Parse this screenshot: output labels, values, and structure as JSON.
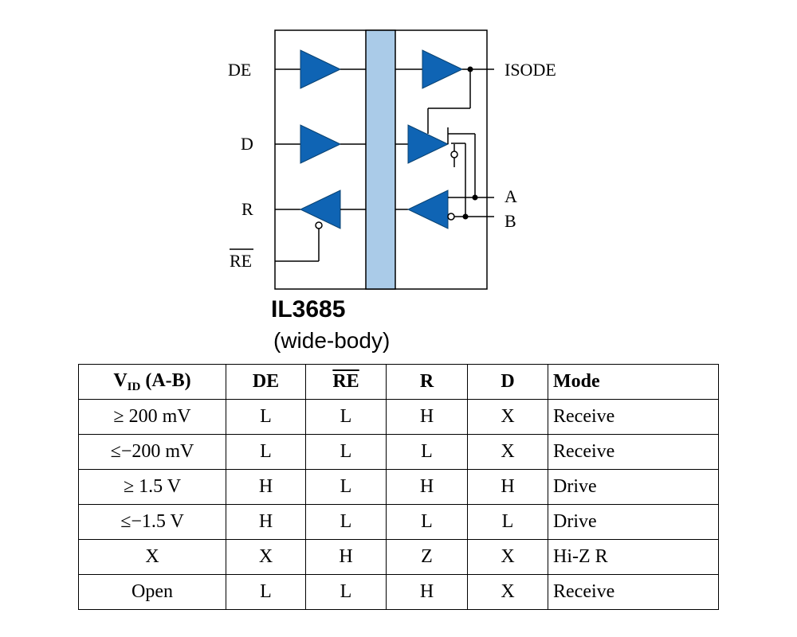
{
  "diagram": {
    "pins_left": [
      "DE",
      "D",
      "R",
      "RE"
    ],
    "pins_right": [
      "ISODE",
      "A",
      "B"
    ],
    "part_name": "IL3685",
    "part_variant": "(wide-body)",
    "colors": {
      "driver_fill": "#0f64b4",
      "barrier_fill": "#aacbe8",
      "line": "#000000"
    }
  },
  "table": {
    "header": {
      "vid_main": "V",
      "vid_sub": "ID",
      "vid_suffix": " (A-B)",
      "de": "DE",
      "re": "RE",
      "r": "R",
      "d": "D",
      "mode": "Mode"
    },
    "rows": [
      {
        "vid": "≥ 200 mV",
        "de": "L",
        "re": "L",
        "r": "H",
        "d": "X",
        "mode": "Receive"
      },
      {
        "vid": "≤−200 mV",
        "de": "L",
        "re": "L",
        "r": "L",
        "d": "X",
        "mode": "Receive"
      },
      {
        "vid": "≥ 1.5 V",
        "de": "H",
        "re": "L",
        "r": "H",
        "d": "H",
        "mode": "Drive"
      },
      {
        "vid": "≤−1.5 V",
        "de": "H",
        "re": "L",
        "r": "L",
        "d": "L",
        "mode": "Drive"
      },
      {
        "vid": "X",
        "de": "X",
        "re": "H",
        "r": "Z",
        "d": "X",
        "mode": "Hi-Z R"
      },
      {
        "vid": "Open",
        "de": "L",
        "re": "L",
        "r": "H",
        "d": "X",
        "mode": "Receive"
      }
    ]
  }
}
